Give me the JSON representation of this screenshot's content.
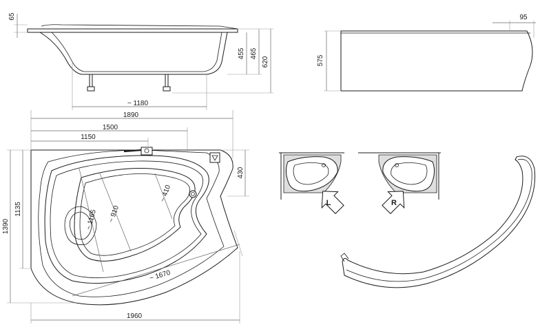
{
  "dimensions": {
    "rim_thickness": "65",
    "height_455": "455",
    "height_465": "465",
    "height_620": "620",
    "panel_height": "575",
    "panel_depth": "95",
    "side_width_1180": "1180",
    "width_1890": "1890",
    "width_1500": "1500",
    "width_1150": "1150",
    "depth_430": "430",
    "depth_1390": "1390",
    "depth_1135": "1135",
    "inner_910": "910",
    "inner_1165": "1165",
    "inner_410": "410",
    "length_1670": "1670",
    "width_1960": "1960"
  },
  "orientation": {
    "left_label": "L",
    "right_label": "R"
  }
}
